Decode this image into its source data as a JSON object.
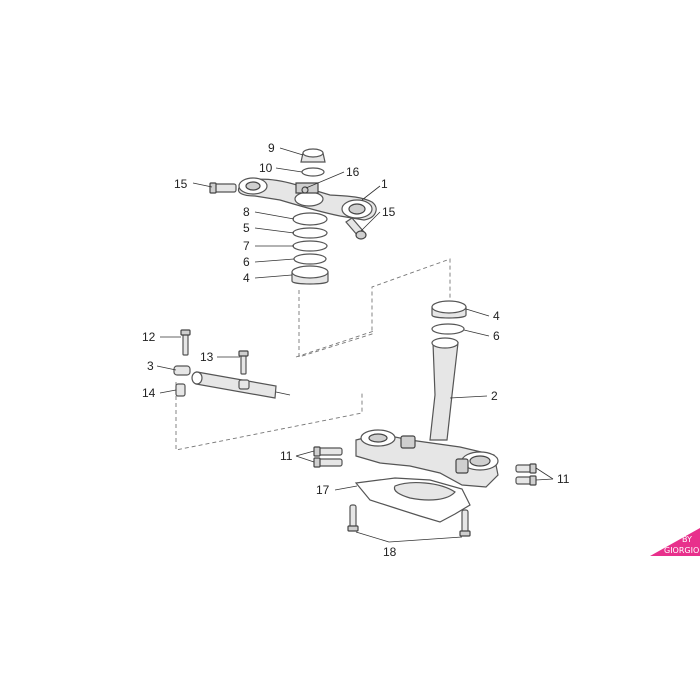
{
  "diagram": {
    "type": "exploded-parts-diagram",
    "labels": {
      "l1": "1",
      "l2": "2",
      "l3": "3",
      "l4a": "4",
      "l4b": "4",
      "l5": "5",
      "l6a": "6",
      "l6b": "6",
      "l7": "7",
      "l8": "8",
      "l9": "9",
      "l10": "10",
      "l11a": "11",
      "l11b": "11",
      "l12": "12",
      "l13": "13",
      "l14": "14",
      "l15a": "15",
      "l15b": "15",
      "l16": "16",
      "l17": "17",
      "l18": "18"
    },
    "logo": {
      "line1": "BY",
      "line2": "GIORGIO",
      "color": "#e8308c"
    },
    "colors": {
      "line": "#555555",
      "fill_light": "#e6e6e6",
      "fill_dark": "#cfcfcf"
    }
  }
}
